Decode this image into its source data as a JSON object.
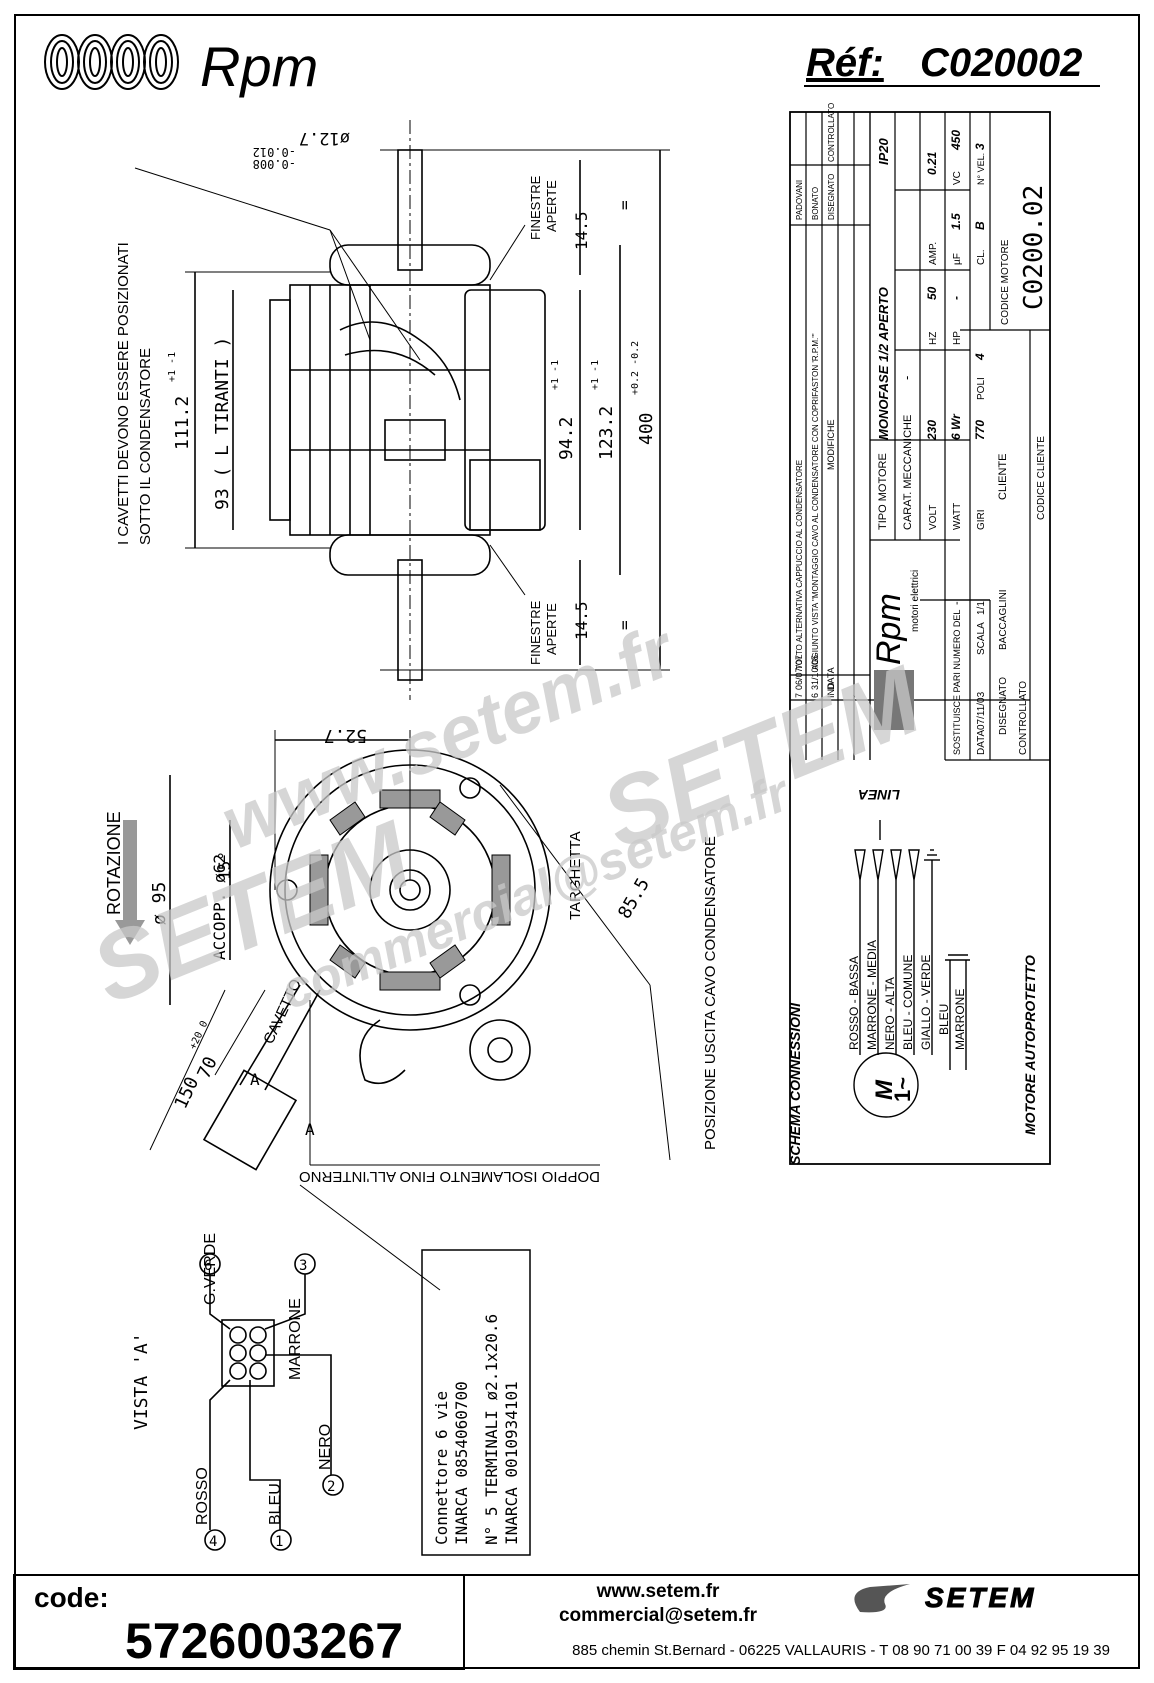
{
  "header": {
    "brand": "Rpm",
    "ref_label": "Réf:",
    "ref_value": "C020002"
  },
  "watermark": {
    "url": "www.setem.fr",
    "email": "commercial@setem.fr",
    "brand": "SETEM"
  },
  "side_view": {
    "shaft_dia": "ø12.7",
    "shaft_tol_top": "-0.008",
    "shaft_tol_bottom": "-0.012",
    "note_line1": "I CAVETTI DEVONO ESSERE POSIZIONATI",
    "note_line2": "SOTTO IL CONDENSATORE",
    "dim_111": "111.2",
    "dim_111_tol": "+1 -1",
    "dim_93": "93 ( L TIRANTI )",
    "dim_94": "94.2",
    "dim_94_tol": "+1 -1",
    "dim_123": "123.2",
    "dim_123_tol": "+1 -1",
    "dim_400": "400",
    "dim_400_tol": "+0.2 -0.2",
    "dim_14_5": "14.5",
    "eq": "=",
    "finestre": "FINESTRE",
    "aperte": "APERTE"
  },
  "front_view": {
    "dim_52": "52.7",
    "dim_95": "ø 95",
    "accopp": "ACCOPP. ø62",
    "angle": "15°",
    "rotazione": "ROTAZIONE",
    "targhetta": "TARGHETTA",
    "dim_85": "85.5",
    "posizione": "POSIZIONE USCITA CAVO CONDENSATORE",
    "dim_150": "150",
    "dim_150_tol": "+20 0",
    "dim_70": "70",
    "cavetto": "CAVETTO",
    "a_mark": "A",
    "isolamento": "DOPPIO ISOLAMENTO FINO ALL'INTERNO"
  },
  "connector": {
    "line1": "Connettore 6 vie",
    "line2": "INARCA 0854060700",
    "line3": "N° 5 TERMINALI ø2.1x20.6",
    "line4": "INARCA 0010934101"
  },
  "vista": {
    "title": "VISTA 'A'",
    "pins": [
      {
        "num": "6",
        "label": "G.VERDE"
      },
      {
        "num": "3",
        "label": "MARRONE"
      },
      {
        "num": "2",
        "label": "NERO"
      },
      {
        "num": "1",
        "label": "BLEU"
      },
      {
        "num": "4",
        "label": "ROSSO"
      }
    ]
  },
  "title_block": {
    "revisions": [
      {
        "ind": "7",
        "date": "06/07/07",
        "change": "TOLTO ALTERNATIVA CAPPUCCIO AL CONDENSATORE",
        "by": "PADOVANI"
      },
      {
        "ind": "6",
        "date": "31/10/05",
        "change": "AGGIUNTO VISTA \"MONTAGGIO CAVO AL CONDENSATORE CON COPRIFASTON 'R.P.M.'\"",
        "by": "BONATO"
      }
    ],
    "rev_headers": {
      "ind": "IND",
      "date": "DATA",
      "change": "MODIFICHE",
      "drawn": "DISEGNATO",
      "checked": "CONTROLLATO"
    },
    "logo_text": "Rpm",
    "logo_sub": "motori elettrici",
    "tipo_motore_label": "TIPO MOTORE",
    "tipo_motore": "MONOFASE 1/2 APERTO",
    "ip": "IP20",
    "carat_label": "CARAT. MECCANICHE",
    "carat_value": "-",
    "rows": [
      [
        {
          "k": "VOLT",
          "v": "230"
        },
        {
          "k": "HZ",
          "v": "50"
        },
        {
          "k": "AMP.",
          "v": "0.21"
        }
      ],
      [
        {
          "k": "WATT",
          "v": "6 Wr"
        },
        {
          "k": "HP",
          "v": "-"
        },
        {
          "k": "µF",
          "v": "1.5"
        },
        {
          "k": "VC",
          "v": "450"
        }
      ],
      [
        {
          "k": "GIRI",
          "v": "770"
        },
        {
          "k": "POLI",
          "v": "4"
        },
        {
          "k": "CL.",
          "v": "B"
        },
        {
          "k": "N° VEL.",
          "v": "3"
        }
      ]
    ],
    "sostituisce": "SOSTITUISCE PARI NUMERO DEL",
    "sostituisce_val": "-",
    "data_label": "DATA",
    "data_val": "07/11/03",
    "scala_label": "SCALA",
    "scala_val": "1/1",
    "disegnato_label": "DISEGNATO",
    "disegnato_val": "BACCAGLINI",
    "controllato_label": "CONTROLLATO",
    "cliente_label": "CLIENTE",
    "codice_motore_label": "CODICE MOTORE",
    "codice_motore": "C0200.02",
    "codice_cliente_label": "CODICE CLIENTE"
  },
  "schema": {
    "title": "SCHEMA CONNESSIONI",
    "linea": "LINEA",
    "wires": [
      "ROSSO - BASSA",
      "MARRONE - MEDIA",
      "NERO - ALTA",
      "BLEU - COMUNE",
      "GIALLO - VERDE",
      "BLEU",
      "MARRONE"
    ],
    "motor_m": "M",
    "motor_phase": "1~",
    "autoprotetto": "MOTORE AUTOPROTETTO"
  },
  "footer": {
    "code_label": "code:",
    "code_value": "5726003267",
    "web": "www.setem.fr",
    "email": "commercial@setem.fr",
    "address": "885 chemin St.Bernard  -  06225 VALLAURIS  -  T 08 90 71 00 39   F 04 92 95 19 39",
    "brand": "SETEM"
  }
}
